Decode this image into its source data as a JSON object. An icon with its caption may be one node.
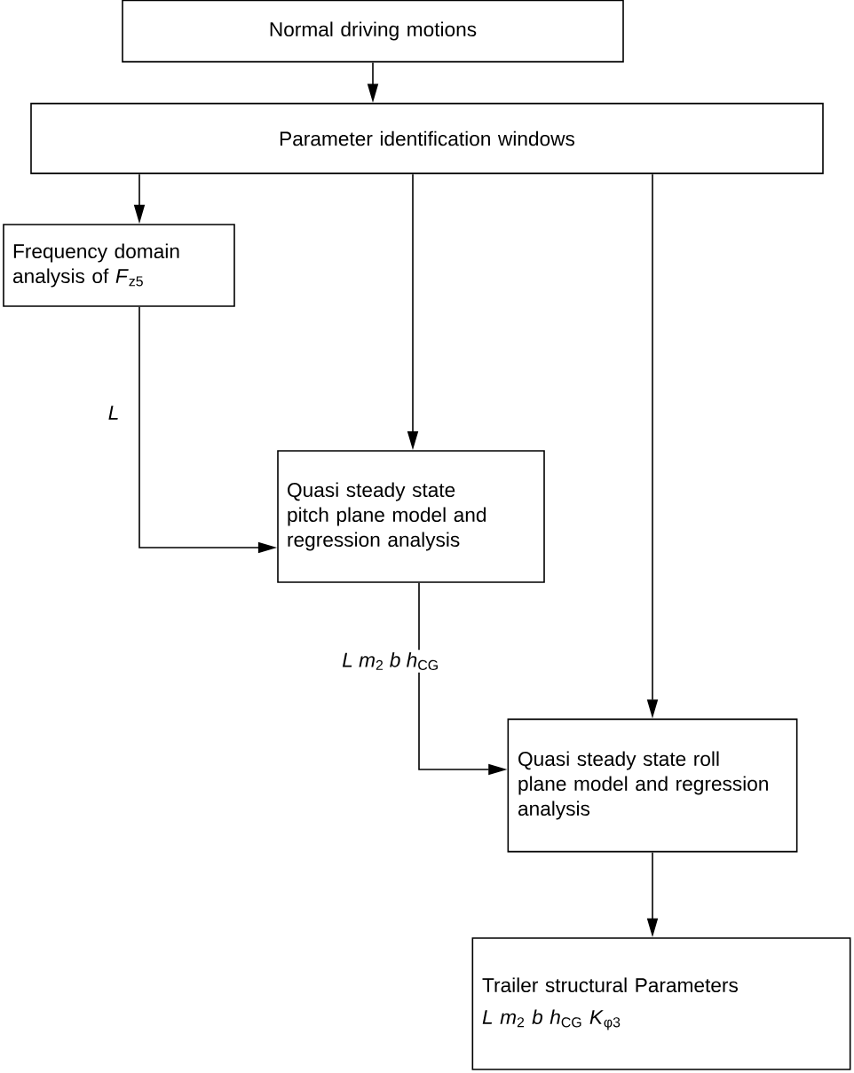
{
  "diagram": {
    "nodes": [
      {
        "text": [
          "Normal driving motions"
        ]
      },
      {
        "text": [
          "Parameter identification windows"
        ]
      },
      {
        "text": [
          "Frequency domain analysis of *F*$_{z5}$"
        ]
      },
      {
        "text": [
          "Quasi steady state pitch plane model and regression analysis"
        ]
      },
      {
        "text": [
          "Quasi steady state roll plane model and regression analysis"
        ]
      },
      {
        "text": [
          "Trailer structural Parameters",
          "*L*   *m*$_{2}$   *b*   *h*$_{CG}$   *K*$_{φ3}$"
        ]
      }
    ],
    "edges": [
      {
        "from": 0,
        "to": 1,
        "arrow": "to"
      },
      {
        "from": 1,
        "to": 2,
        "arrow": "to"
      },
      {
        "from": 1,
        "to": 3,
        "arrow": "to"
      },
      {
        "from": 1,
        "to": 4,
        "arrow": "to"
      },
      {
        "from": 2,
        "to": 3,
        "arrow": "to",
        "label": "*L*"
      },
      {
        "from": 3,
        "to": 4,
        "arrow": "to",
        "label": "*L*   *m*$_{2}$   *b*   *h*$_{CG}$"
      },
      {
        "from": 4,
        "to": 5,
        "arrow": "to"
      }
    ]
  }
}
